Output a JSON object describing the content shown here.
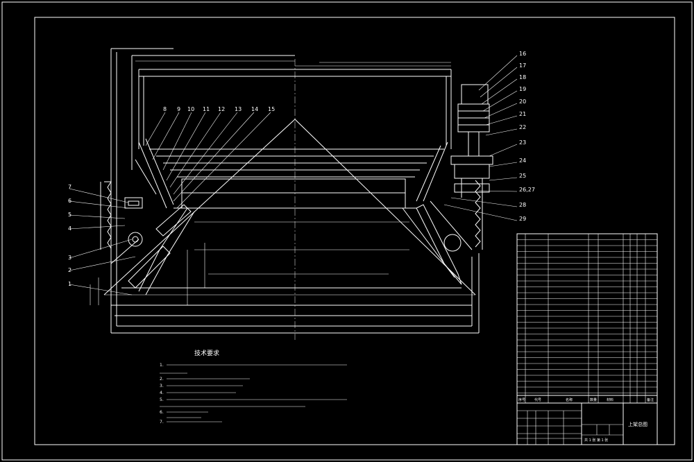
{
  "drawing": {
    "notes_title": "技术要求",
    "notes": [
      "1.",
      "2.",
      "3.",
      "4.",
      "5.",
      "6.",
      "7."
    ],
    "callouts_left": [
      "7",
      "6",
      "5",
      "4",
      "3",
      "2",
      "1"
    ],
    "callouts_top": [
      "8",
      "9",
      "10",
      "11",
      "12",
      "13",
      "14",
      "15"
    ],
    "callouts_right": [
      "16",
      "17",
      "18",
      "19",
      "20",
      "21",
      "22",
      "23",
      "24",
      "25",
      "26,27",
      "28",
      "29"
    ],
    "title_block": {
      "drawing_name": "上架总图",
      "sheet_info": "共 1 张  第 1 张"
    },
    "parts_list_header": [
      "序号",
      "代号",
      "名称",
      "数量",
      "材料",
      "备注"
    ],
    "colors": {
      "background": "#000000",
      "line": "#ffffff"
    }
  }
}
